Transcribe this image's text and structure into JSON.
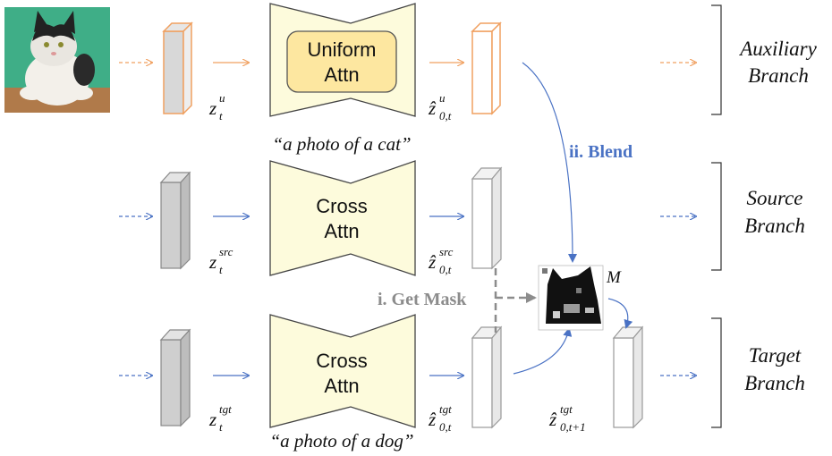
{
  "branches": {
    "auxiliary": {
      "line1": "Auxiliary",
      "line2": "Branch"
    },
    "source": {
      "line1": "Source",
      "line2": "Branch"
    },
    "target": {
      "line1": "Target",
      "line2": "Branch"
    }
  },
  "blocks": {
    "uniform": {
      "line1": "Uniform",
      "line2": "Attn"
    },
    "cross_src": {
      "line1": "Cross",
      "line2": "Attn"
    },
    "cross_tgt": {
      "line1": "Cross",
      "line2": "Attn"
    }
  },
  "prompts": {
    "source": "“a photo of a cat”",
    "target": "“a photo of a dog”"
  },
  "steps": {
    "blend": "ii. Blend",
    "get_mask": "i. Get Mask"
  },
  "math": {
    "z_letter": "z",
    "zhat_letter": "ẑ",
    "t_sub": "t",
    "u_sup": "u",
    "src_sup": "src",
    "tgt_sup": "tgt",
    "zero_t_sub": "0,t",
    "zero_t1_sub": "0,t+1",
    "mask": "M"
  },
  "colors": {
    "orange": "#f0a060",
    "blue": "#4a72c4",
    "gray": "#8c8c8c",
    "block_fill": "#fdfbdc",
    "uniform_fill": "#fde7a0",
    "latent_gray": "#d8d8d8"
  }
}
